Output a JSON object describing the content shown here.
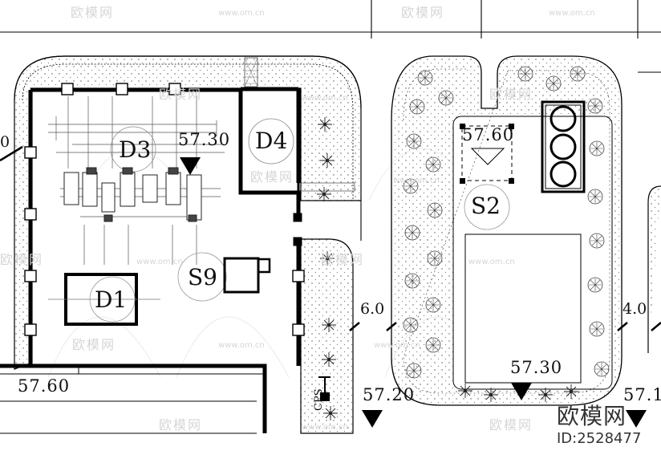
{
  "zones": {
    "d1": "D1",
    "d3": "D3",
    "d4": "D4",
    "s9": "S9",
    "s2": "S2"
  },
  "elevations": {
    "e1": "57.30",
    "e2": "57.60",
    "e3": "57.60",
    "e4": "57.20",
    "e5": "57.30",
    "e6": "57.1"
  },
  "road_widths": {
    "left": "0",
    "mid": "6.0",
    "right": "4.0"
  },
  "labels": {
    "cps": "CPS"
  },
  "watermark": {
    "site_cn": "欧模网",
    "site_url": "www.om.cn",
    "brand": "欧模网",
    "id": "ID:2528477"
  }
}
